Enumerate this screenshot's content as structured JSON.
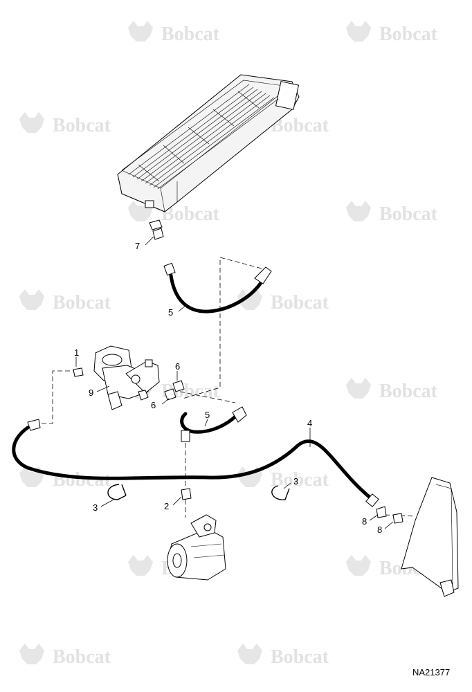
{
  "watermark": {
    "text": "Bobcat",
    "icon": "bobcat-head-logo-icon"
  },
  "callouts": [
    {
      "id": "c1",
      "label": "1"
    },
    {
      "id": "c2",
      "label": "2"
    },
    {
      "id": "c3a",
      "label": "3"
    },
    {
      "id": "c3b",
      "label": "3"
    },
    {
      "id": "c4",
      "label": "4"
    },
    {
      "id": "c5a",
      "label": "5"
    },
    {
      "id": "c5b",
      "label": "5"
    },
    {
      "id": "c6a",
      "label": "6"
    },
    {
      "id": "c6b",
      "label": "6"
    },
    {
      "id": "c7",
      "label": "7"
    },
    {
      "id": "c8a",
      "label": "8"
    },
    {
      "id": "c8b",
      "label": "8"
    },
    {
      "id": "c9",
      "label": "9"
    }
  ],
  "figure_id": "NA21377"
}
